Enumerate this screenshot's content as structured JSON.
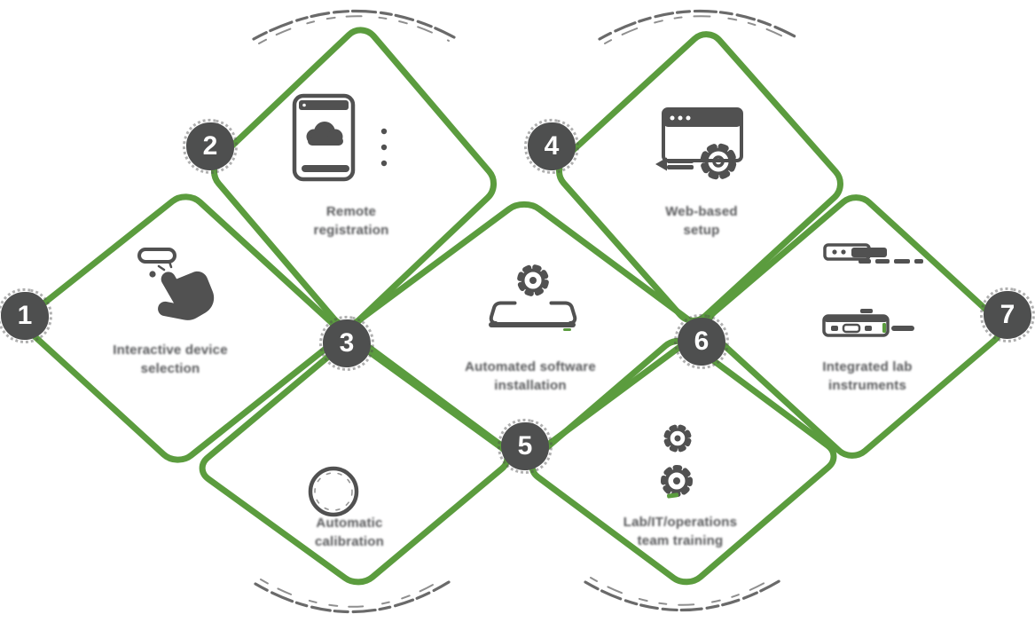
{
  "palette": {
    "green": "#5b9c3e",
    "icon_gray": "#515151",
    "circle_gray": "#4e4f4f",
    "sketch_gray": "#6a6a6a",
    "text_gray": "#58595b",
    "background": "#ffffff"
  },
  "steps": [
    {
      "number": "1",
      "icon": "tap-hand-icon",
      "label_lines": [
        "Interactive device",
        "selection"
      ]
    },
    {
      "number": "2",
      "icon": "phone-cloud-sync-icon",
      "label_lines": [
        "Remote",
        "registration"
      ]
    },
    {
      "number": "3",
      "icon": "ring-icon",
      "label_lines": [
        "Automatic",
        "calibration"
      ]
    },
    {
      "number": "4",
      "icon": "browser-settings-icon",
      "label_lines": [
        "Web-based",
        "setup"
      ]
    },
    {
      "number": "5",
      "icon": "laptop-gear-icon",
      "label_lines": [
        "Automated software",
        "installation"
      ]
    },
    {
      "number": "6",
      "icon": "gears-icon",
      "label_lines": [
        "Lab/IT/operations",
        "team training"
      ]
    },
    {
      "number": "7",
      "icon": "lab-instruments-icon",
      "label_lines": [
        "Integrated lab",
        "instruments"
      ]
    }
  ]
}
